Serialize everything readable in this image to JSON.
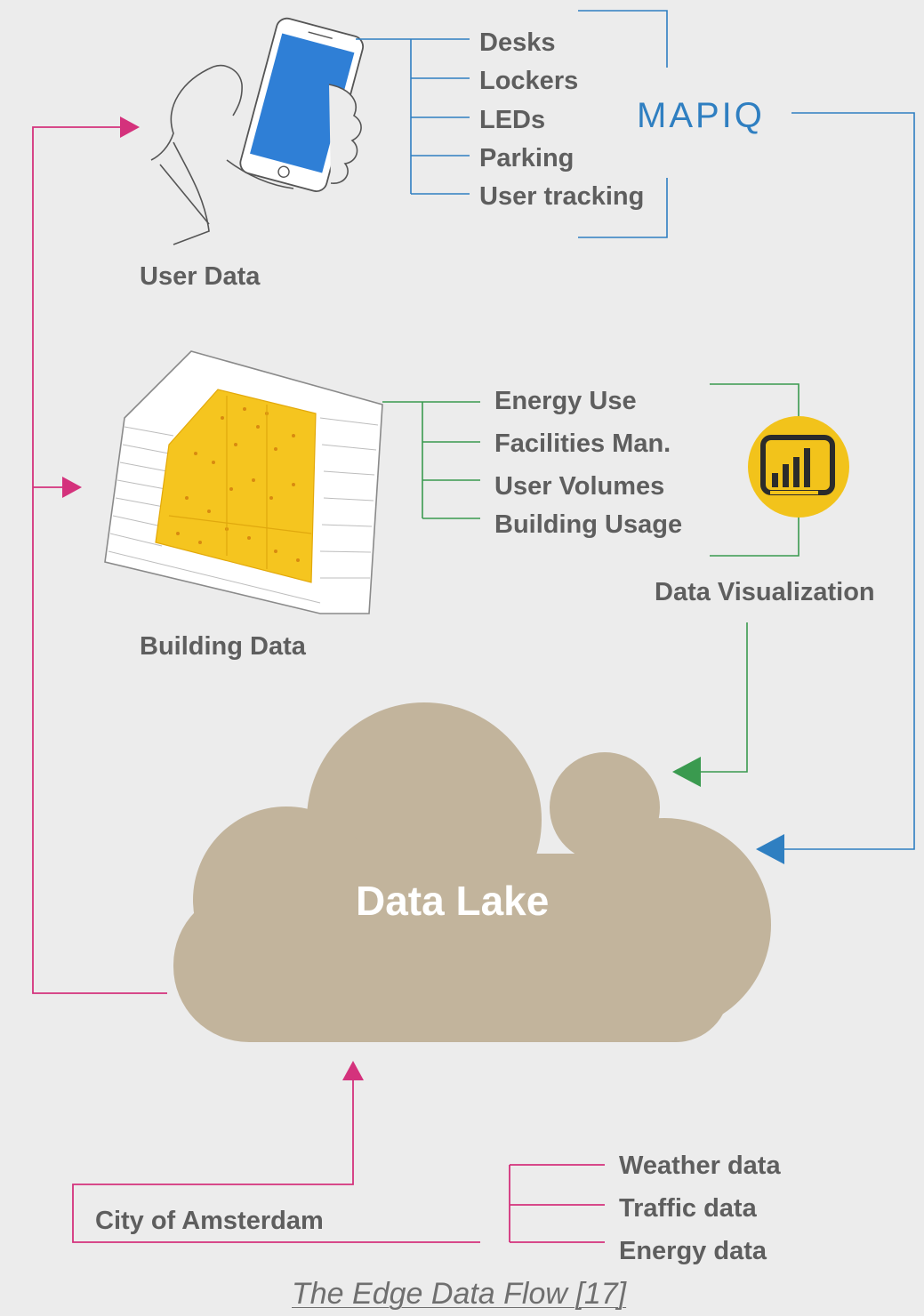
{
  "user_data": {
    "title": "User Data",
    "items": [
      "Desks",
      "Lockers",
      "LEDs",
      "Parking",
      "User tracking"
    ],
    "vendor_logo": "MAPIQ"
  },
  "building_data": {
    "title": "Building Data",
    "items": [
      "Energy Use",
      "Facilities Man.",
      "User Volumes",
      "Building Usage"
    ],
    "tool_label": "Data Visualization",
    "tool_icon": "bar-chart-icon"
  },
  "data_lake": {
    "label": "Data Lake"
  },
  "city": {
    "title": "City of Amsterdam",
    "items": [
      "Weather data",
      "Traffic data",
      "Energy data"
    ]
  },
  "caption": "The Edge Data Flow [17]",
  "colors": {
    "background": "#ececec",
    "text": "#5e5e5e",
    "blue": "#2f7fc1",
    "green": "#3a9a4f",
    "magenta": "#d4327c",
    "cloud": "#c2b49c",
    "building_core": "#f3c21a",
    "icon_yellow": "#f2c31b"
  }
}
